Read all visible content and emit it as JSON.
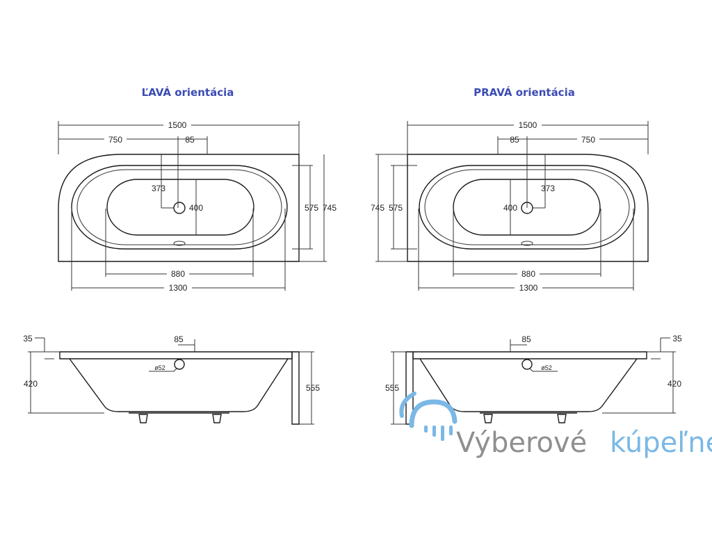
{
  "titles": {
    "left": "ĽAVÁ orientácia",
    "right": "PRAVÁ orientácia"
  },
  "top_view": {
    "overall_length": "1500",
    "half_length": "750",
    "offset": "85",
    "drain_x": "373",
    "drain_y": "400",
    "inner_width": "575",
    "overall_width": "745",
    "basin_length": "880",
    "rim_length": "1300"
  },
  "side_view": {
    "rim_thickness": "35",
    "offset": "85",
    "overflow": "ø52",
    "depth": "420",
    "total_height": "555"
  },
  "brand": {
    "name_part1": "Výberové",
    "name_part2": "kúpeľne"
  },
  "colors": {
    "title": "#3c4cb4",
    "brand_gray": "#8f8f8f",
    "brand_blue": "#7ab8e6"
  }
}
